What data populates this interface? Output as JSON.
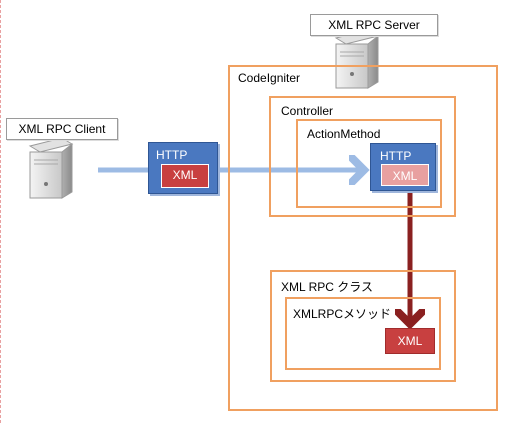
{
  "client": {
    "label": "XML RPC Client"
  },
  "server": {
    "label": "XML RPC Server"
  },
  "framework": {
    "label": "CodeIgniter"
  },
  "controller": {
    "label": "Controller",
    "method": "ActionMethod"
  },
  "request_packet": {
    "protocol": "HTTP",
    "payload": "XML"
  },
  "arrived_packet": {
    "protocol": "HTTP",
    "payload": "XML"
  },
  "xmlrpc_class": {
    "label": "XML RPC クラス",
    "method": "XMLRPCメソッド"
  },
  "class_payload": {
    "label": "XML"
  },
  "colors": {
    "frame": "#f0a060",
    "packet": "#4a78c0",
    "payload": "#c84040",
    "payload_faded": "#e8a0a0",
    "request_arrow": "#9dbbe4",
    "dispatch_arrow": "#8a2020"
  }
}
